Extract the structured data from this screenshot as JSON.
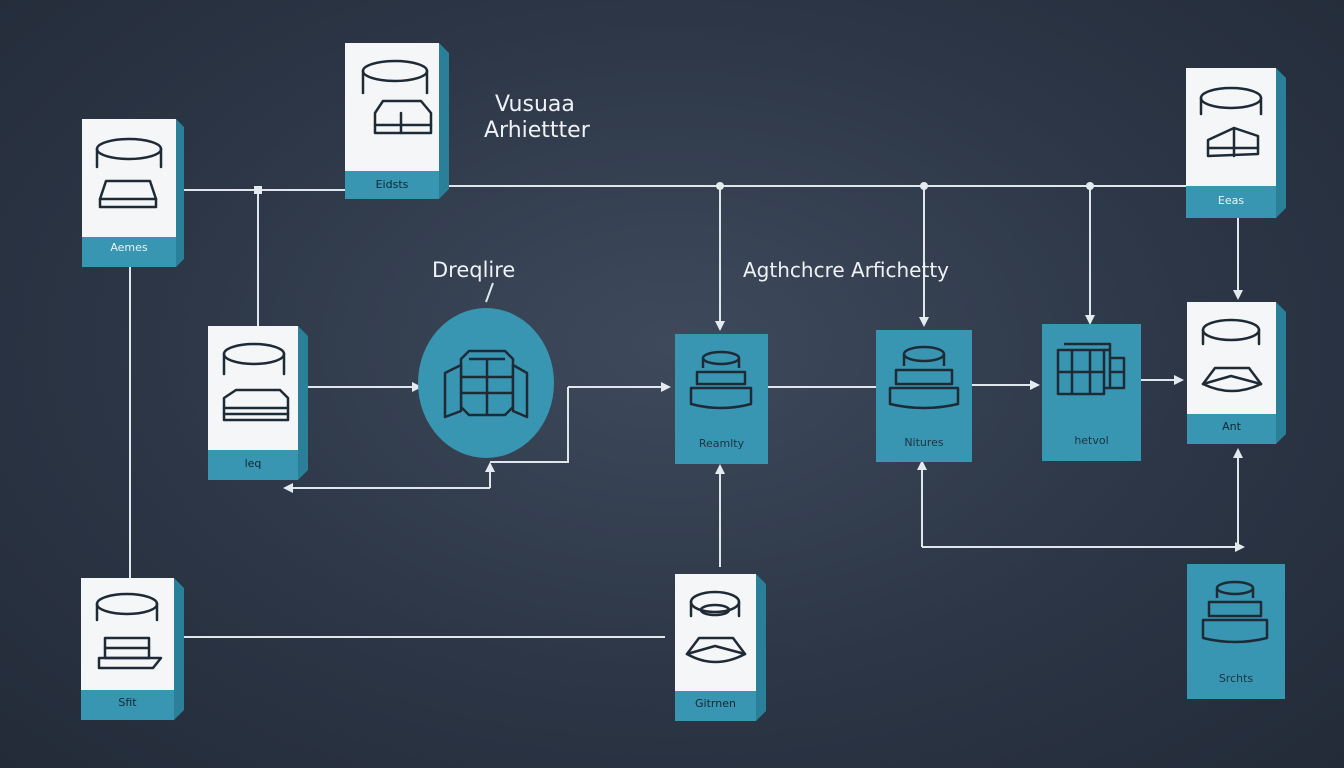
{
  "diagram": {
    "title_line1": "Vusuaa",
    "title_line2": "Arhiettter",
    "subtitle_left": "Dreqlire",
    "subtitle_right": "Agthchcre Arfichetty"
  },
  "nodes": {
    "top_left": "Aemes",
    "top_center": "Eidsts",
    "top_right": "Eeas",
    "mid_left": "leq",
    "mid_reanity": "Reamlty",
    "mid_nitures": "Nitures",
    "mid_hetvol": "hetvol",
    "right_ant": "Ant",
    "bottom_left": "Sfit",
    "bottom_center": "Gitrnen",
    "bottom_right": "Srchts"
  },
  "colors": {
    "accent": "#3996b2",
    "accent_dark": "#2a7f99",
    "card": "#f4f6f7",
    "wire": "#dfe6ec",
    "background": "#2c3646"
  }
}
